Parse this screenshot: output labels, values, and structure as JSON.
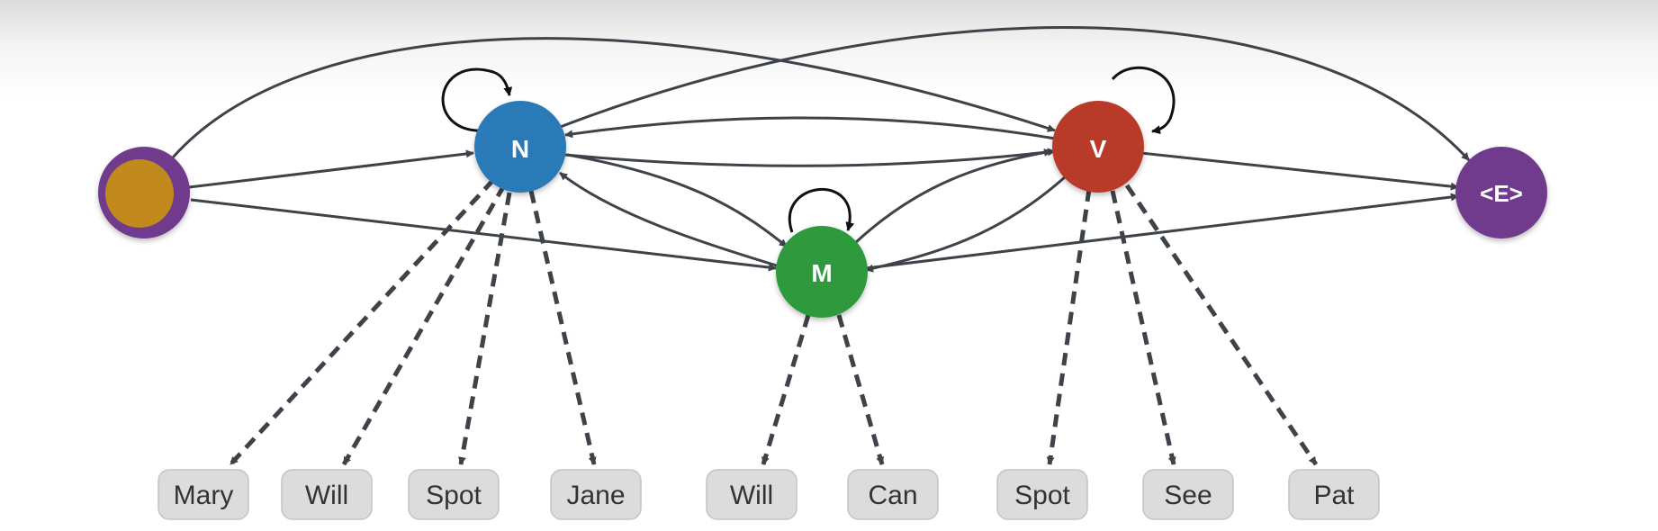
{
  "states": {
    "start": {
      "label": "",
      "fill": "#c28a1a",
      "ring": "#6f3a8c"
    },
    "N": {
      "label": "N",
      "fill": "#2a7ab8"
    },
    "M": {
      "label": "M",
      "fill": "#2e9a3e"
    },
    "V": {
      "label": "V",
      "fill": "#b83a2a"
    },
    "end": {
      "label": "<E>",
      "fill": "#6f3a8c"
    }
  },
  "words": {
    "N": [
      "Mary",
      "Will",
      "Spot",
      "Jane"
    ],
    "M": [
      "Will",
      "Can"
    ],
    "V": [
      "Spot",
      "See",
      "Pat"
    ]
  },
  "colors": {
    "edge": "#3e4249",
    "loop": "#111111",
    "word_box": "#dcdcdc",
    "word_border": "#c4c4c4"
  },
  "transitions": [
    [
      "start",
      "N"
    ],
    [
      "start",
      "M"
    ],
    [
      "start",
      "V"
    ],
    [
      "N",
      "N"
    ],
    [
      "N",
      "M"
    ],
    [
      "N",
      "V"
    ],
    [
      "N",
      "end"
    ],
    [
      "M",
      "M"
    ],
    [
      "M",
      "N"
    ],
    [
      "M",
      "V"
    ],
    [
      "V",
      "V"
    ],
    [
      "V",
      "N"
    ],
    [
      "V",
      "M"
    ],
    [
      "V",
      "end"
    ],
    [
      "M",
      "end"
    ]
  ]
}
